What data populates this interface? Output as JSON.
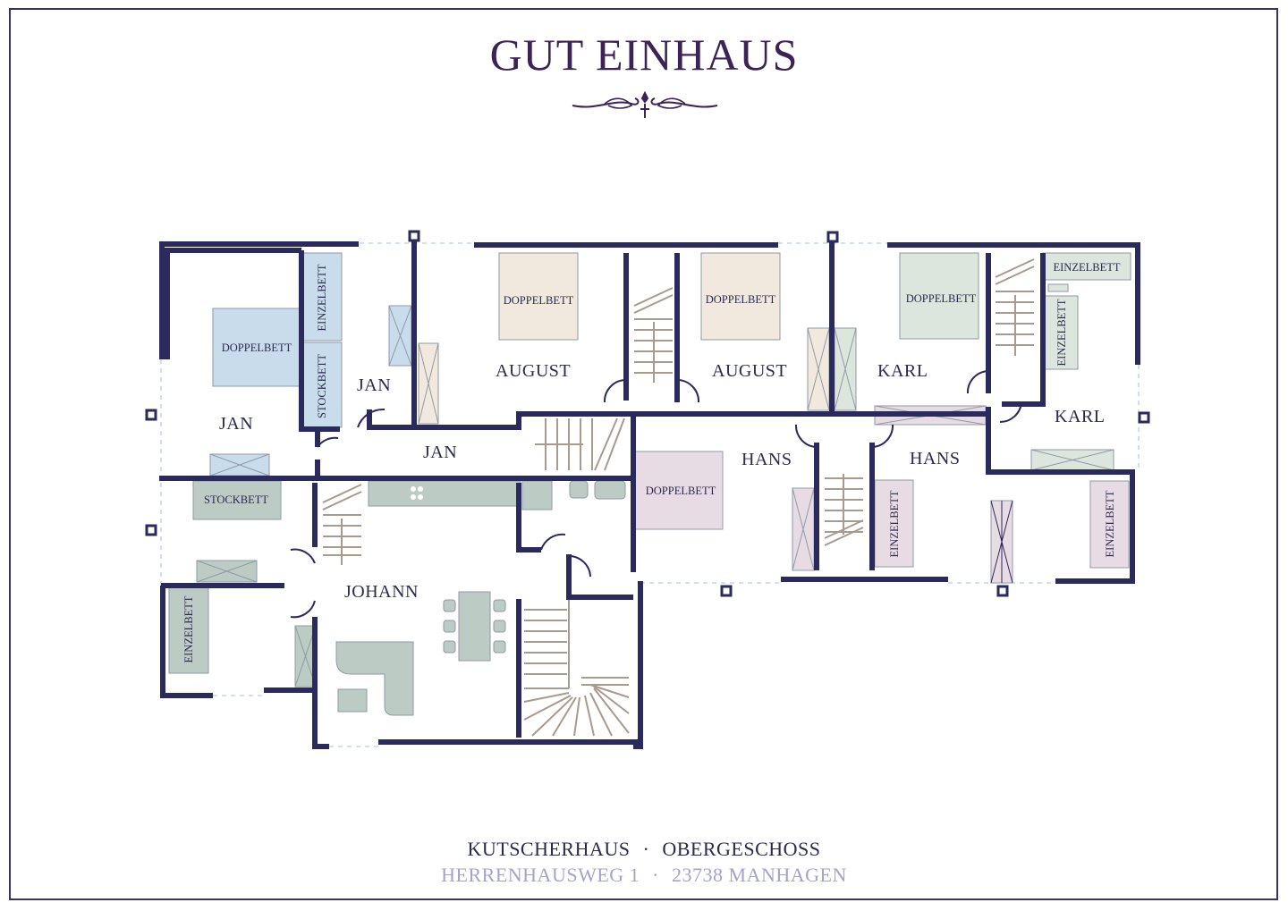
{
  "header": {
    "title": "GUT EINHAUS"
  },
  "rooms": {
    "jan_main": "JAN",
    "jan_small": "JAN",
    "jan_hall": "JAN",
    "august_1": "AUGUST",
    "august_2": "AUGUST",
    "karl_1": "KARL",
    "karl_2": "KARL",
    "hans_1": "HANS",
    "hans_2": "HANS",
    "johann": "JOHANN"
  },
  "furniture": {
    "doppelbett": "DOPPELBETT",
    "einzelbett": "EINZELBETT",
    "stockbett": "STOCKBETT"
  },
  "footer": {
    "building": "KUTSCHERHAUS",
    "floor": "OBERGESCHOSS",
    "separator": "·",
    "street": "HERRENHAUSWEG 1",
    "city": "23738 MANHAGEN"
  },
  "colors": {
    "wall": "#2b2a5c",
    "jan": "#c9dcec",
    "august": "#f1e9dd",
    "karl": "#dde6dc",
    "johann": "#bccbc3",
    "hans": "#e8dce4",
    "stairs": "#a89a8c"
  }
}
